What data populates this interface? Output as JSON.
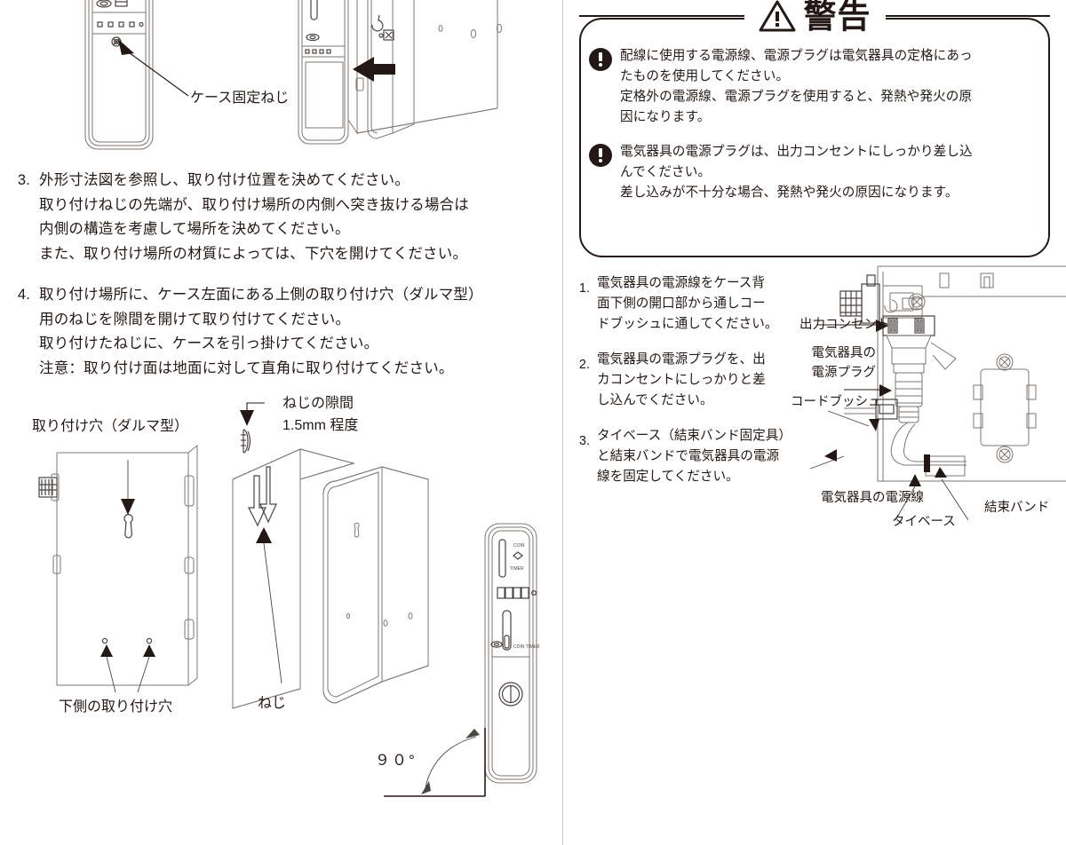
{
  "page": {
    "language": "ja",
    "columns": 2,
    "divider_color": "#c9c9c9"
  },
  "left_column": {
    "top_figure": {
      "label_case_screw": "ケース固定ねじ",
      "arrow_icon": "arrow-pointing-to-screw",
      "detach_arrow_icon": "thick-left-arrow"
    },
    "steps": [
      {
        "number": "3.",
        "lines": [
          "外形寸法図を参照し、取り付け位置を決めてください。",
          "取り付けねじの先端が、取り付け場所の内側へ突き抜ける場合は",
          "内側の構造を考慮して場所を決めてください。",
          "また、取り付け場所の材質によっては、下穴を開けてください。"
        ]
      },
      {
        "number": "4.",
        "lines": [
          "取り付け場所に、ケース左面にある上側の取り付け穴（ダルマ型）",
          "用のねじを隙間を開けて取り付けてください。",
          "取り付けたねじに、ケースを引っ掛けてください。",
          "注意：取り付け面は地面に対して直角に取り付けてください。"
        ]
      }
    ],
    "bottom_figure": {
      "label_daruma_hole": "取り付け穴（ダルマ型）",
      "label_screw_gap_line1": "ねじの隙間",
      "label_screw_gap_line2": "1.5mm 程度",
      "label_lower_holes": "下側の取り付け穴",
      "label_screw": "ねじ",
      "label_angle": "９０°",
      "angle_arrow_icon": "curved-double-arrow"
    }
  },
  "right_column": {
    "warning": {
      "title": "警告",
      "triangle_icon": "warning-triangle-icon",
      "items": [
        {
          "bullet_icon": "exclamation-circle-icon",
          "lines": [
            "配線に使用する電源線、電源プラグは電気器具の定格にあっ",
            "たものを使用してください。",
            "定格外の電源線、電源プラグを使用すると、発熱や発火の原",
            "因になります。"
          ]
        },
        {
          "bullet_icon": "exclamation-circle-icon",
          "lines": [
            "電気器具の電源プラグは、出力コンセントにしっかり差し込",
            "んでください。",
            "差し込みが不十分な場合、発熱や発火の原因になります。"
          ]
        }
      ]
    },
    "steps": [
      {
        "number": "1.",
        "lines": [
          "電気器具の電源線をケース背",
          "面下側の開口部から通しコー",
          "ドブッシュに通してください。"
        ]
      },
      {
        "number": "2.",
        "lines": [
          "電気器具の電源プラグを、出",
          "カコンセントにしっかりと差",
          "し込んでください。"
        ]
      },
      {
        "number": "3.",
        "lines": [
          "タイベース（結束バンド固定具）",
          "と結束バンドで電気器具の電源",
          "線を固定してください。"
        ]
      }
    ],
    "figure_labels": {
      "outlet": "出力コンセント",
      "plug_line1": "電気器具の",
      "plug_line2": "電源プラグ",
      "cord_bush": "コードブッシュ",
      "power_cord": "電気器具の電源線",
      "tie_base": "タイベース",
      "cable_tie": "結束バンド"
    }
  }
}
